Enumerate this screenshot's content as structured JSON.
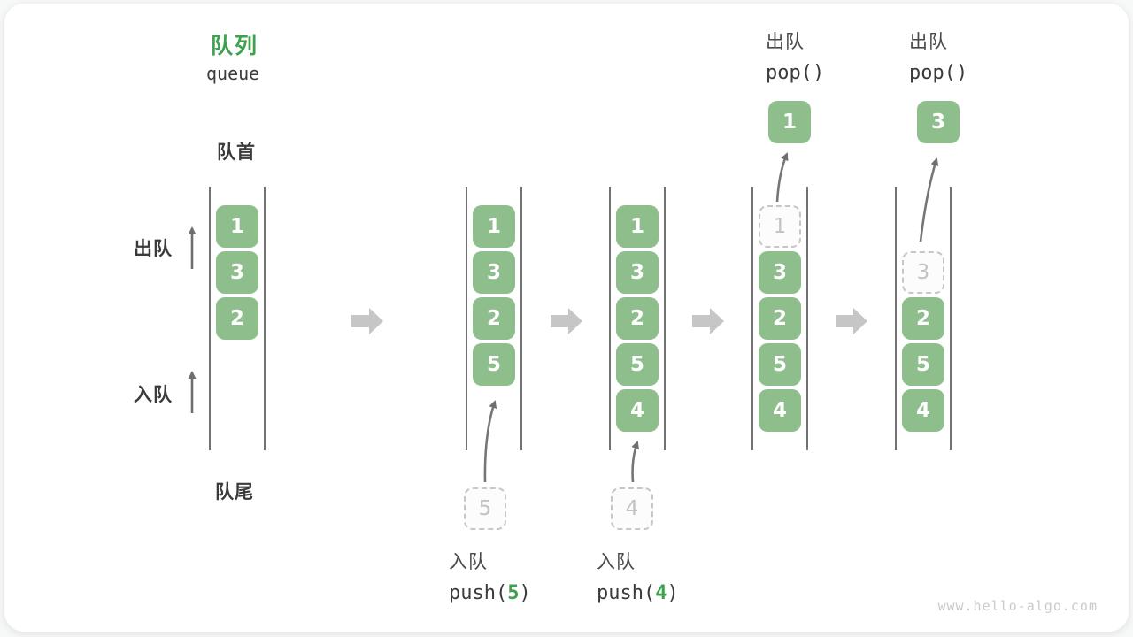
{
  "title": {
    "zh": "队列",
    "en": "queue"
  },
  "side_labels": {
    "front": "队首",
    "rear": "队尾",
    "dequeue": "出队",
    "enqueue": "入队"
  },
  "queues": [
    {
      "state": "initial",
      "blocks": [
        {
          "value": "1",
          "style": "solid"
        },
        {
          "value": "3",
          "style": "solid"
        },
        {
          "value": "2",
          "style": "solid"
        }
      ]
    },
    {
      "state": "after push(5)",
      "blocks": [
        {
          "value": "1",
          "style": "solid"
        },
        {
          "value": "3",
          "style": "solid"
        },
        {
          "value": "2",
          "style": "solid"
        },
        {
          "value": "5",
          "style": "solid"
        }
      ]
    },
    {
      "state": "after push(4)",
      "blocks": [
        {
          "value": "1",
          "style": "solid"
        },
        {
          "value": "3",
          "style": "solid"
        },
        {
          "value": "2",
          "style": "solid"
        },
        {
          "value": "5",
          "style": "solid"
        },
        {
          "value": "4",
          "style": "solid"
        }
      ]
    },
    {
      "state": "after pop() removing 1",
      "blocks": [
        {
          "value": "1",
          "style": "ghost"
        },
        {
          "value": "3",
          "style": "solid"
        },
        {
          "value": "2",
          "style": "solid"
        },
        {
          "value": "5",
          "style": "solid"
        },
        {
          "value": "4",
          "style": "solid"
        }
      ]
    },
    {
      "state": "after pop() removing 3",
      "blocks": [
        {
          "value": "3",
          "style": "ghost"
        },
        {
          "value": "2",
          "style": "solid"
        },
        {
          "value": "5",
          "style": "solid"
        },
        {
          "value": "4",
          "style": "solid"
        }
      ]
    }
  ],
  "staged_blocks": [
    {
      "value": "5"
    },
    {
      "value": "4"
    }
  ],
  "popped_blocks": [
    {
      "value": "1"
    },
    {
      "value": "3"
    }
  ],
  "operations": {
    "push5": {
      "label": "入队",
      "code_pre": "push(",
      "arg": "5",
      "code_post": ")"
    },
    "push4": {
      "label": "入队",
      "code_pre": "push(",
      "arg": "4",
      "code_post": ")"
    },
    "pop1": {
      "label": "出队",
      "code": "pop()"
    },
    "pop2": {
      "label": "出队",
      "code": "pop()"
    }
  },
  "watermark": "www.hello-algo.com",
  "colors": {
    "block_green": "#8dbe8b",
    "accent_green": "#3da14d",
    "text_dark": "#3b3b3b",
    "ghost_gray": "#c2c2c2",
    "thin_arrow_gray": "#757575",
    "transition_arrow_gray": "#c6c6c6"
  }
}
